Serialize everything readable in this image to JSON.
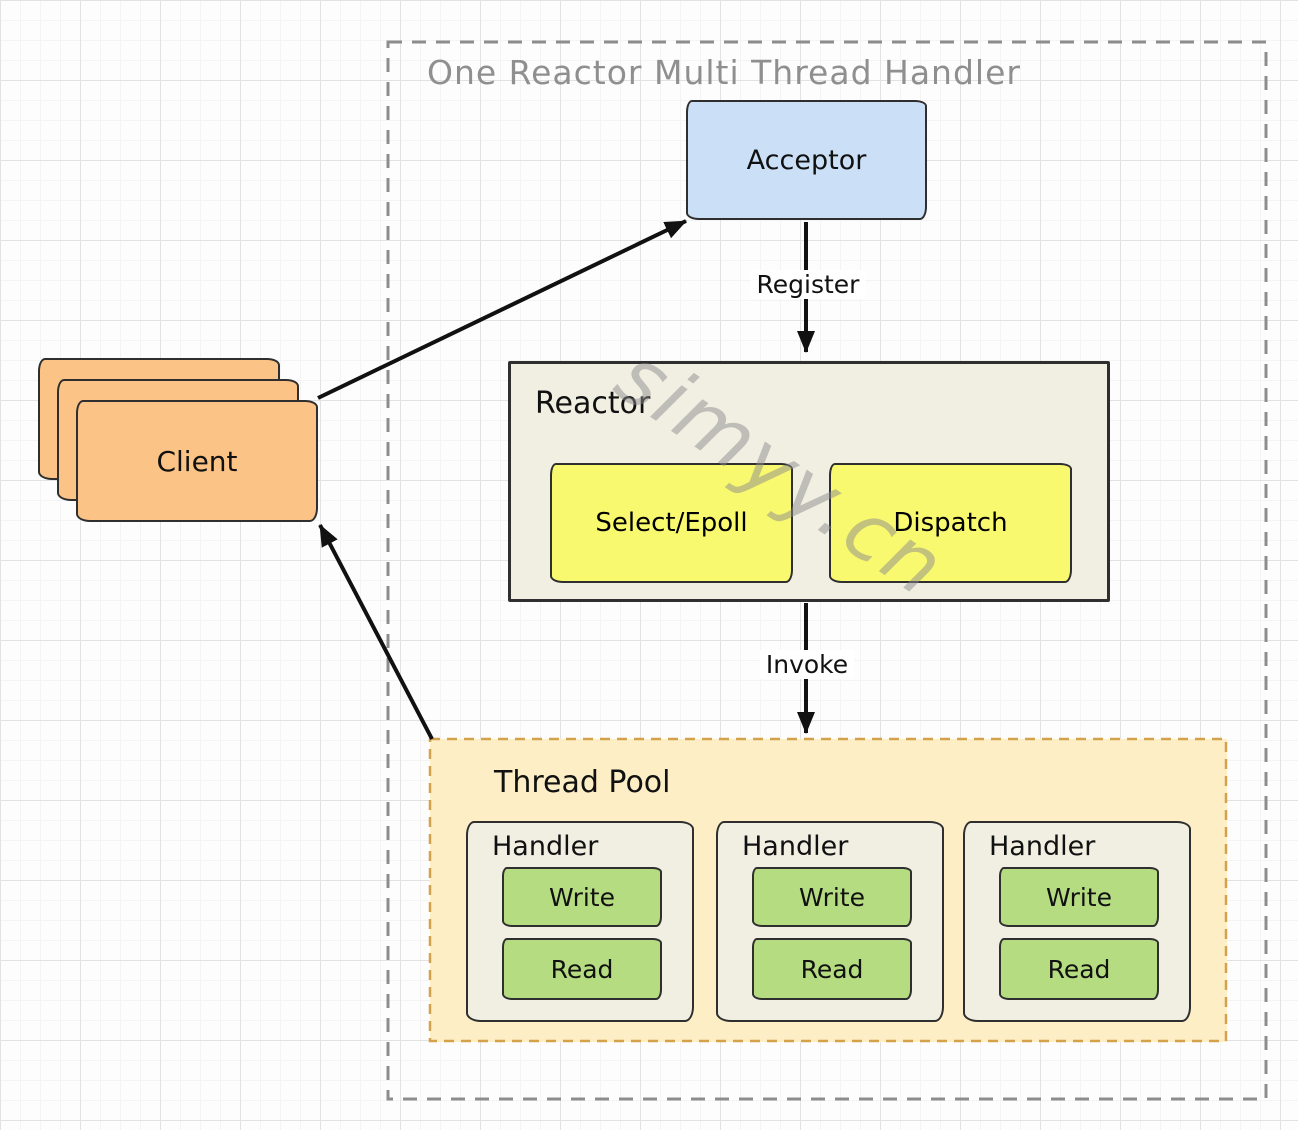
{
  "diagram": {
    "container_title": "One Reactor Multi Thread Handler",
    "watermark": "simyy.cn",
    "client": {
      "label": "Client"
    },
    "acceptor": {
      "label": "Acceptor"
    },
    "reactor": {
      "label": "Reactor",
      "select_epoll": "Select/Epoll",
      "dispatch": "Dispatch"
    },
    "edges": {
      "register": "Register",
      "invoke": "Invoke"
    },
    "thread_pool": {
      "label": "Thread Pool",
      "handlers": [
        {
          "title": "Handler",
          "write": "Write",
          "read": "Read"
        },
        {
          "title": "Handler",
          "write": "Write",
          "read": "Read"
        },
        {
          "title": "Handler",
          "write": "Write",
          "read": "Read"
        }
      ]
    },
    "colors": {
      "acceptor_fill": "#cbe0f7",
      "reactor_fill": "#f0efe2",
      "inner_yellow": "#f9f970",
      "handler_fill": "#f0efe2",
      "write_read_green": "#b5dc80",
      "thread_pool_fill": "#fdeec6",
      "thread_pool_border": "#d3a24b",
      "client_fill": "#fbc386",
      "outer_border": "#8d8d8d",
      "title_text": "#8f8f8f",
      "box_stroke": "#2f2f2f",
      "arrow": "#111111",
      "watermark_gray": "#8c8c8c"
    }
  }
}
